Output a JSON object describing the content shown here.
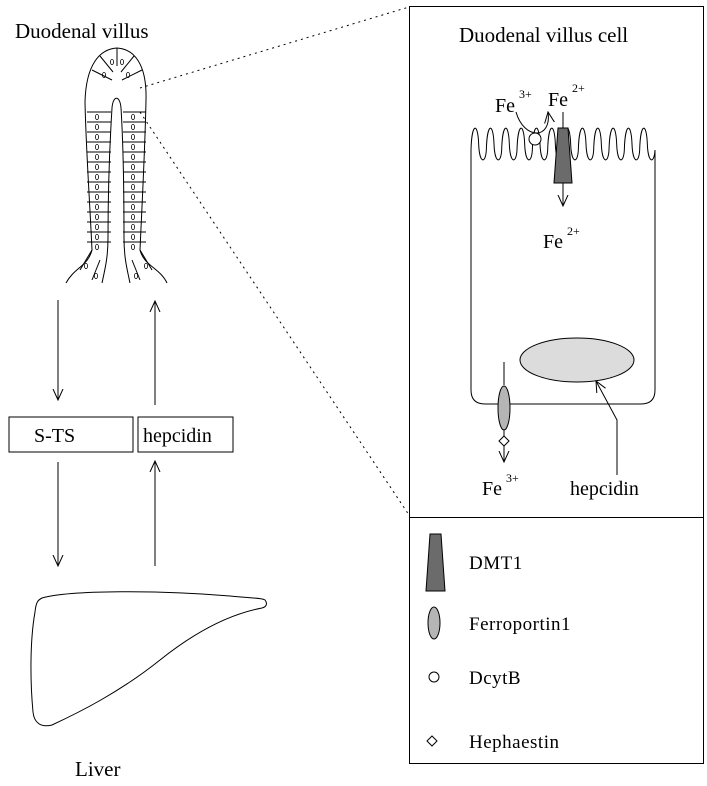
{
  "labels": {
    "villus_title": "Duodenal villus",
    "cell_title": "Duodenal villus cell",
    "liver": "Liver",
    "sts_box": "S-TS",
    "hepcidin_box": "hepcidin",
    "hepcidin_cell": "hepcidin",
    "fe_base": "Fe",
    "fe3_sup": "3+",
    "fe2_sup": "2+"
  },
  "legend": [
    {
      "label": "DMT1",
      "icon": "dmt1-trapezoid-icon"
    },
    {
      "label": "Ferroportin1",
      "icon": "ferroportin-ellipse-icon"
    },
    {
      "label": "DcytB",
      "icon": "dcytb-circle-icon"
    },
    {
      "label": "Hephaestin",
      "icon": "hephaestin-diamond-icon"
    }
  ],
  "colors": {
    "dmt1_fill": "#6b6b6b",
    "ferroportin_fill": "#b5b5b5",
    "nucleus_fill": "#dcdcdc",
    "stroke": "#000000"
  }
}
